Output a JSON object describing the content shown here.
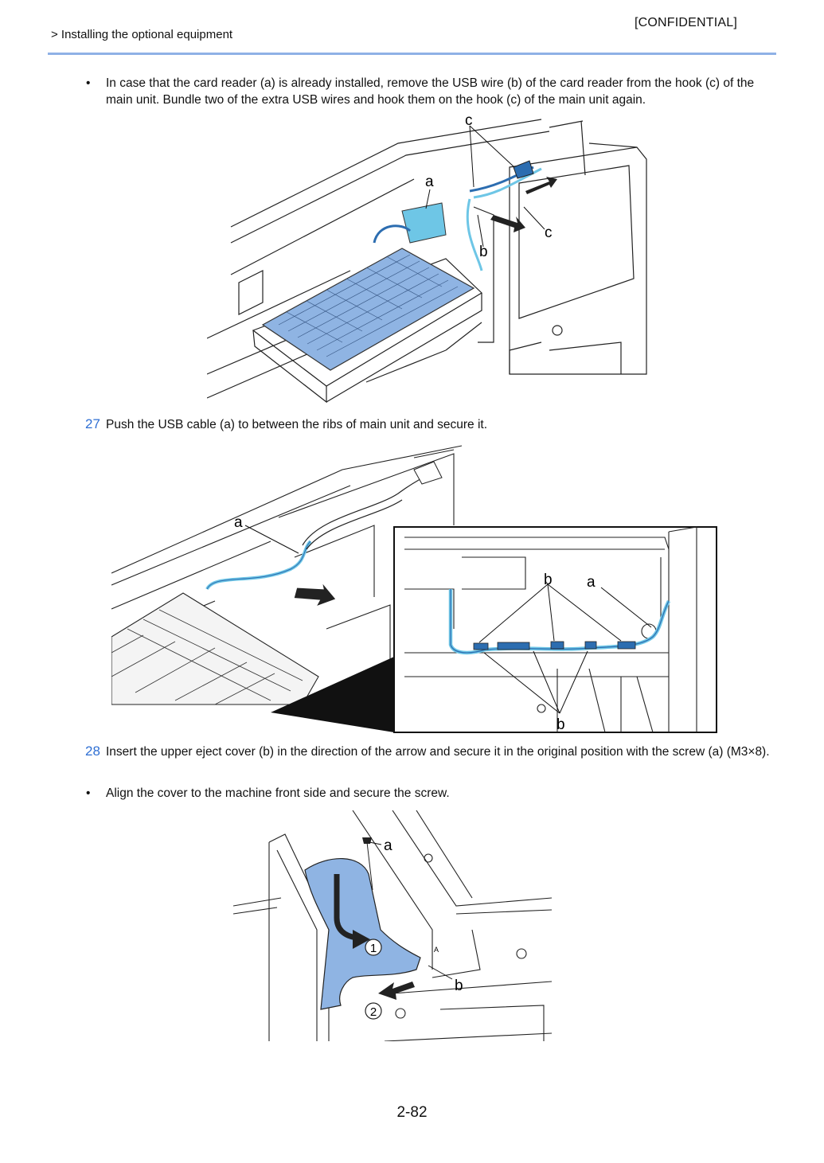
{
  "header": {
    "breadcrumb": "> Installing the optional equipment",
    "confidential": "[CONFIDENTIAL]"
  },
  "content": {
    "bullet_1": {
      "marker": "•",
      "text": "In case that the card reader (a) is already installed, remove the USB wire (b) of the card reader from the hook (c) of the main unit. Bundle two of the extra USB wires and hook them on the hook (c) of the main unit again."
    },
    "figure_1": {
      "labels": [
        "c",
        "a",
        "c",
        "b"
      ]
    },
    "step_27": {
      "number": "27",
      "text": "Push the USB cable (a) to between the ribs of main unit and secure it."
    },
    "figure_2": {
      "labels": [
        "a",
        "b",
        "a",
        "b"
      ]
    },
    "step_28": {
      "number": "28",
      "text": "Insert the upper eject cover (b) in the direction of the arrow and secure it in the original position with the screw (a) (M3×8)."
    },
    "bullet_2": {
      "marker": "•",
      "text": "Align the cover to the machine front side and secure the screw."
    },
    "figure_3": {
      "labels": [
        "a",
        "b",
        "1",
        "2",
        "A"
      ]
    }
  },
  "footer": {
    "page_number": "2-82"
  },
  "colors": {
    "accent_rule": "#8fb1e6",
    "step_number": "#2f6fd3",
    "part_highlight": "#8fb4e3",
    "cable_highlight": "#6ec6e6"
  }
}
